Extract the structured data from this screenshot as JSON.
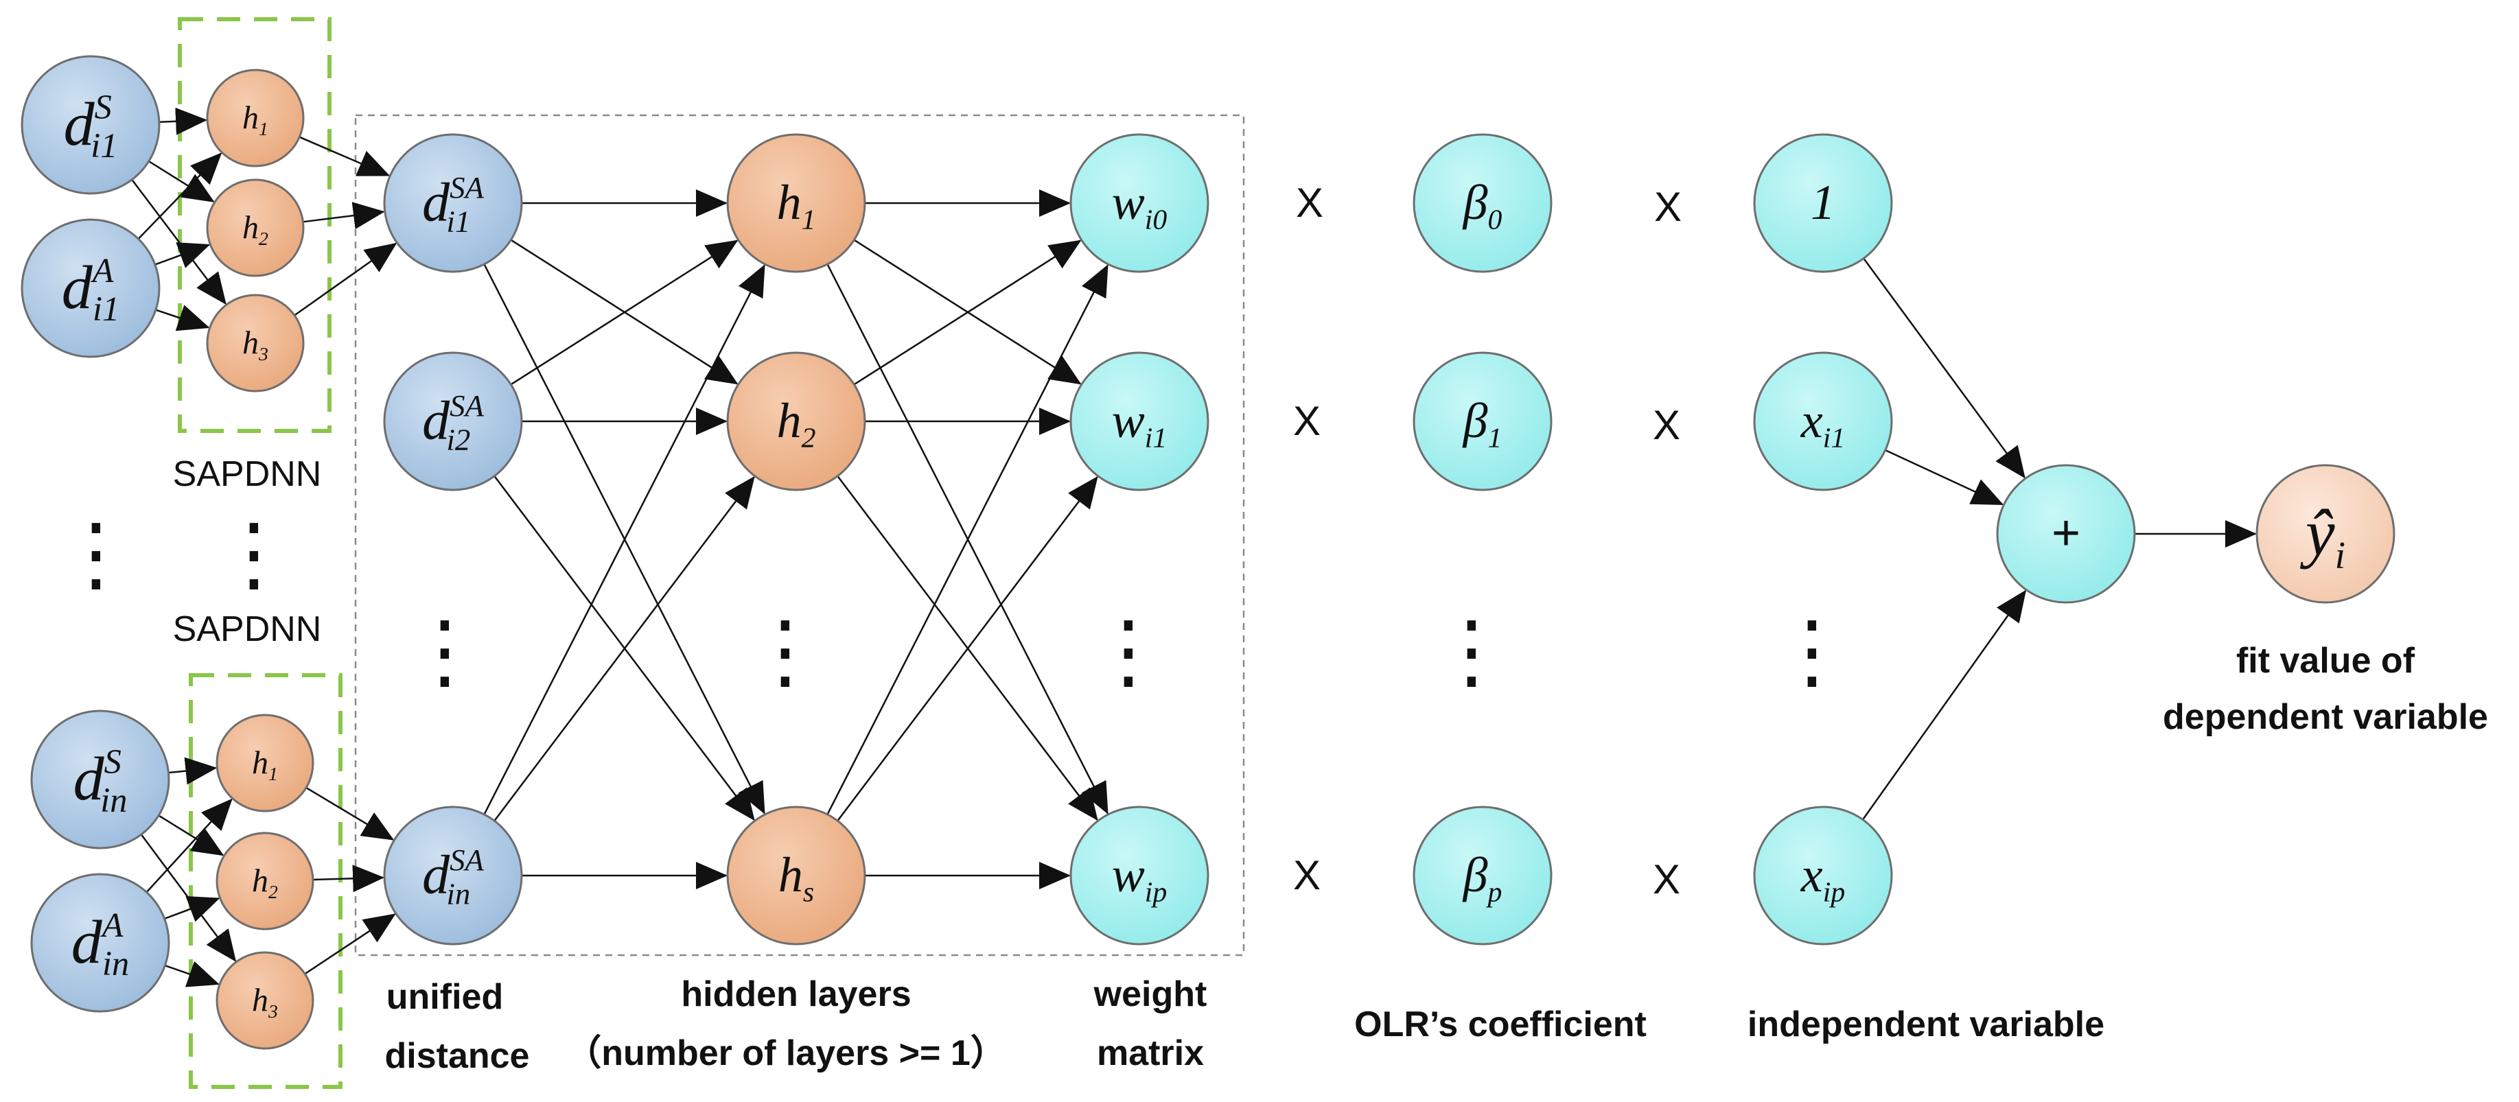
{
  "colors": {
    "blue_node": "#a6c4e2",
    "orange_node": "#efb58d",
    "cyan_node": "#a6f1f0",
    "peach_node": "#f9d9c4",
    "green_dash": "#8ac64a",
    "gray_dash": "#8a8a8a",
    "edge": "#111111"
  },
  "nodes": {
    "dS_i1": {
      "base": "d",
      "sup": "S",
      "sub": "i1"
    },
    "dA_i1": {
      "base": "d",
      "sup": "A",
      "sub": "i1"
    },
    "dS_in": {
      "base": "d",
      "sup": "S",
      "sub": "in"
    },
    "dA_in": {
      "base": "d",
      "sup": "A",
      "sub": "in"
    },
    "sap_top": [
      {
        "base": "h",
        "sub": "1"
      },
      {
        "base": "h",
        "sub": "2"
      },
      {
        "base": "h",
        "sub": "3"
      }
    ],
    "sap_bottom": [
      {
        "base": "h",
        "sub": "1"
      },
      {
        "base": "h",
        "sub": "2"
      },
      {
        "base": "h",
        "sub": "3"
      }
    ],
    "unified": [
      {
        "base": "d",
        "sup": "SA",
        "sub": "i1"
      },
      {
        "base": "d",
        "sup": "SA",
        "sub": "i2"
      },
      {
        "base": "d",
        "sup": "SA",
        "sub": "in"
      }
    ],
    "hidden": [
      {
        "base": "h",
        "sub": "1"
      },
      {
        "base": "h",
        "sub": "2"
      },
      {
        "base": "h",
        "sub": "s"
      }
    ],
    "weights": [
      {
        "base": "w",
        "sub": "i0"
      },
      {
        "base": "w",
        "sub": "i1"
      },
      {
        "base": "w",
        "sub": "ip"
      }
    ],
    "betas": [
      {
        "base": "β",
        "sub": "0"
      },
      {
        "base": "β",
        "sub": "1"
      },
      {
        "base": "β",
        "sub": "p"
      }
    ],
    "vars": [
      {
        "base": "1",
        "sub": ""
      },
      {
        "base": "x",
        "sub": "i1"
      },
      {
        "base": "x",
        "sub": "ip"
      }
    ],
    "sum": "+",
    "output": {
      "base": "ŷ",
      "sub": "i"
    }
  },
  "labels": {
    "sapdnn_top": "SAPDNN",
    "sapdnn_bottom": "SAPDNN",
    "unified_line1": "unified",
    "unified_line2": "distance",
    "hidden_line1": "hidden layers",
    "hidden_line2": "（number of layers >= 1）",
    "weight_line1": "weight",
    "weight_line2": "matrix",
    "olr": "OLR’s coefficient",
    "indep": "independent variable",
    "fit_line1": "fit value of",
    "fit_line2": "dependent variable",
    "multiply": "X",
    "vdots": "⋮"
  }
}
